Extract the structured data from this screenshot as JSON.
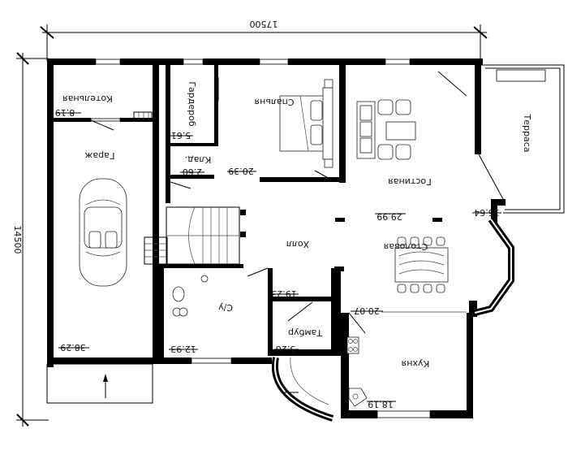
{
  "dimensions": {
    "width": "17500",
    "height": "14500"
  },
  "rooms": {
    "boiler": {
      "name": "Котельная",
      "area": "8.19"
    },
    "garage": {
      "name": "Гараж",
      "area": "38.29"
    },
    "wardrobe": {
      "name": "Гардероб",
      "area": "5.61"
    },
    "pantry": {
      "name": "Клад.",
      "area": "2.60"
    },
    "bedroom": {
      "name": "Спальня",
      "area": "20.39"
    },
    "living": {
      "name": "Гостиная",
      "area": ""
    },
    "terrace": {
      "name": "Терраса",
      "area": "16.64"
    },
    "hall": {
      "name": "Холл",
      "area": ""
    },
    "dining": {
      "name": "Столовая",
      "area": "29.99"
    },
    "bathroom": {
      "name": "С/у",
      "area": "12.93"
    },
    "vestibule": {
      "name": "Тамбур",
      "area": "5.28"
    },
    "kitchen": {
      "name": "Кухня",
      "area": "18.19"
    },
    "hall_area": "19.23",
    "dining_area2": "20.07"
  }
}
